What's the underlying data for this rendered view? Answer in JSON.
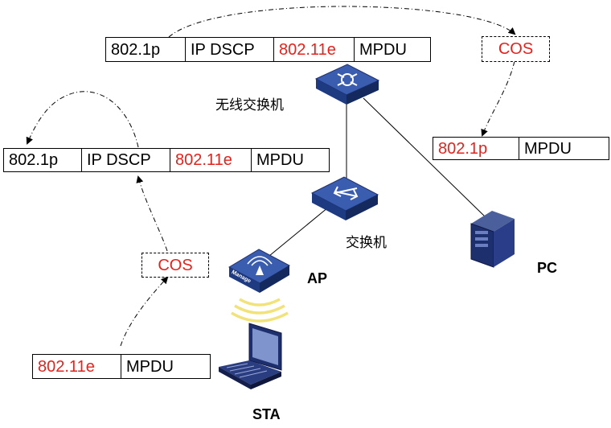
{
  "frames": {
    "top": {
      "cells": [
        {
          "text": "802.1p",
          "color": "#000000"
        },
        {
          "text": "IP DSCP",
          "color": "#000000"
        },
        {
          "text": "802.11e",
          "color": "#e8211c"
        },
        {
          "text": "MPDU",
          "color": "#000000"
        }
      ]
    },
    "left": {
      "cells": [
        {
          "text": "802.1p",
          "color": "#000000"
        },
        {
          "text": "IP DSCP",
          "color": "#000000"
        },
        {
          "text": "802.11e",
          "color": "#e8211c"
        },
        {
          "text": "MPDU",
          "color": "#000000"
        }
      ]
    },
    "pc": {
      "cells": [
        {
          "text": "802.1p",
          "color": "#e8211c"
        },
        {
          "text": "MPDU",
          "color": "#000000"
        }
      ]
    },
    "sta": {
      "cells": [
        {
          "text": "802.11e",
          "color": "#e8211c"
        },
        {
          "text": "MPDU",
          "color": "#000000"
        }
      ]
    }
  },
  "cos": {
    "right": "COS",
    "left": "COS"
  },
  "devices": {
    "wireless_switch": "无线交换机",
    "switch": "交换机",
    "ap": "AP",
    "ap_badge": "Manage",
    "pc": "PC",
    "sta": "STA"
  },
  "colors": {
    "accent_red": "#e8211c",
    "device_blue": "#27408b"
  }
}
